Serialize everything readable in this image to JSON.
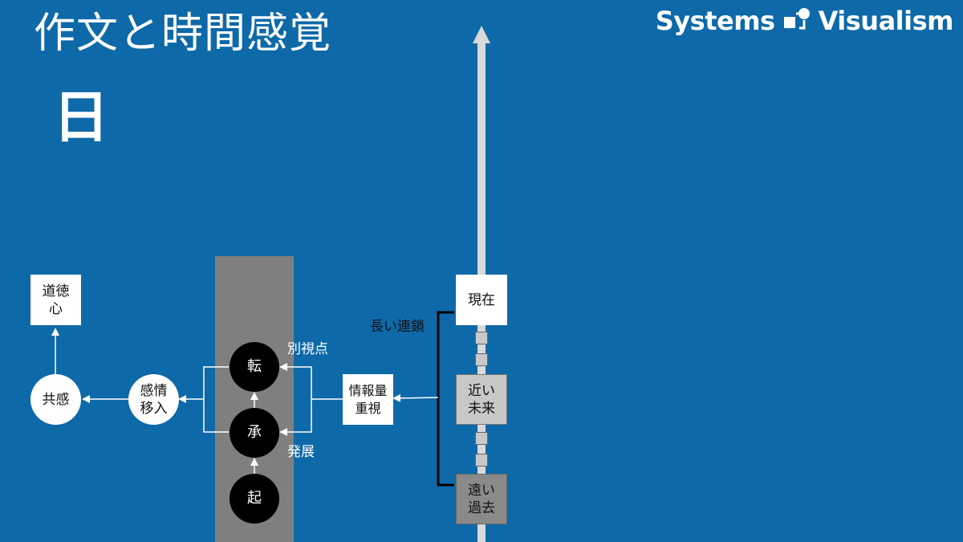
{
  "title": "作文と時間感覚",
  "subtitle": "日",
  "brand": {
    "text_left": "Systems",
    "text_right": "Visualism",
    "logo_icon": "systems-visualism-logo"
  },
  "nodes": {
    "doutoku": "道徳\n心",
    "kyoukan": "共感",
    "kanjou": "感情\n移入",
    "ten": "転",
    "shou": "承",
    "ki": "起",
    "jouhou": "情報量\n重視",
    "genzai": "現在",
    "chikai": "近い\n未来",
    "tooi": "遠い\n過去"
  },
  "labels": {
    "betsushiten": "別視点",
    "hatten": "発展",
    "nagai_rensa": "長い連鎖"
  },
  "colors": {
    "background": "#0e69a8",
    "column": "#7f7f7f",
    "timeline": "#d9d9d9",
    "white": "#ffffff",
    "black": "#000000"
  }
}
